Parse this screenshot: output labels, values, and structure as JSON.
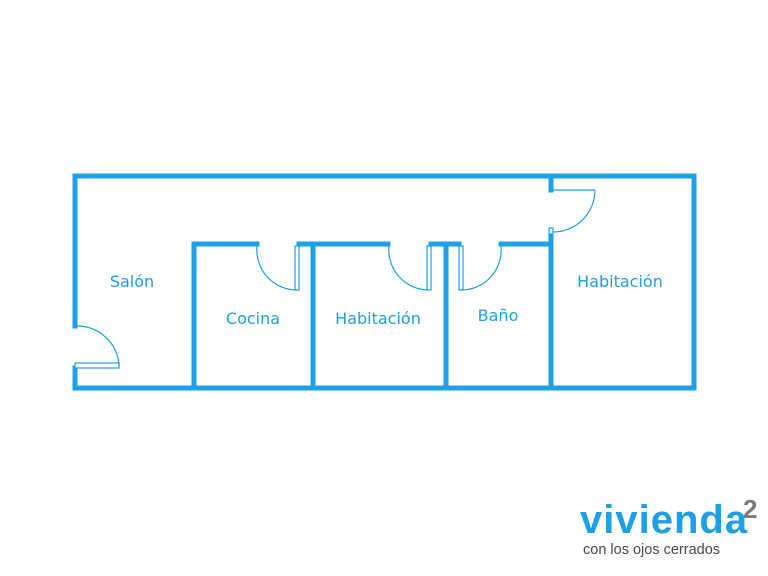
{
  "colors": {
    "accent": "#1ea0e6",
    "logo_superscript": "#7a7a7a",
    "tagline": "#4a4a4a"
  },
  "rooms": [
    {
      "name": "Salón"
    },
    {
      "name": "Cocina"
    },
    {
      "name": "Habitación"
    },
    {
      "name": "Baño"
    },
    {
      "name": "Habitación"
    }
  ],
  "logo": {
    "wordmark": "vivienda",
    "superscript": "2",
    "tagline": "con los ojos cerrados"
  }
}
